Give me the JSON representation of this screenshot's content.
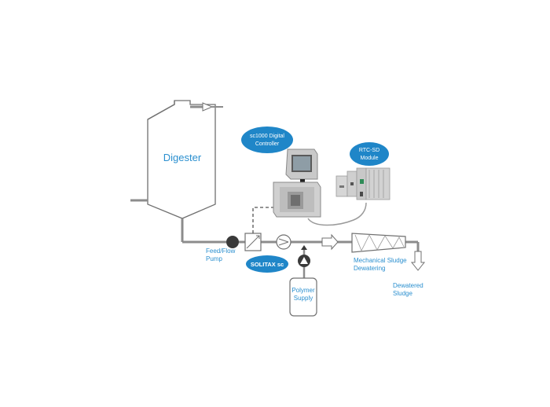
{
  "labels": {
    "digester": "Digester",
    "feed_pump_line1": "Feed/Flow",
    "feed_pump_line2": "Pump",
    "polymer_line1": "Polymer",
    "polymer_line2": "Supply",
    "mech_line1": "Mechanical Sludge",
    "mech_line2": "Dewatering",
    "dewatered_line1": "Dewatered",
    "dewatered_line2": "Sludge"
  },
  "badges": {
    "controller_line1": "sc1000 Digital",
    "controller_line2": "Controller",
    "rtc_line1": "RTC-SD",
    "rtc_line2": "Module",
    "solitax": "SOLITAX sc"
  },
  "colors": {
    "pipe": "#8c8c8c",
    "outline": "#707070",
    "label_blue": "#2a8fcf",
    "badge_blue": "#1f86c8",
    "badge_text": "#ffffff",
    "pump": "#3a3a3a"
  },
  "icons": [
    "gas-outlet-arrow-icon",
    "feed-pump-icon",
    "solitax-sensor-icon",
    "inline-mixer-icon",
    "polymer-pump-icon",
    "flow-arrow-icon",
    "output-arrow-icon",
    "controller-device-icon",
    "rtc-module-icon"
  ]
}
